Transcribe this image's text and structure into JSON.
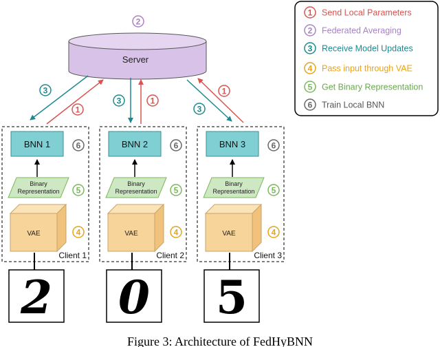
{
  "server": {
    "label": "Server"
  },
  "legend": {
    "items": [
      {
        "num": "1",
        "text": "Send Local Parameters",
        "color": "#d9534f"
      },
      {
        "num": "2",
        "text": "Federated Averaging",
        "color": "#a982c4"
      },
      {
        "num": "3",
        "text": "Receive Model Updates",
        "color": "#1b8a8f"
      },
      {
        "num": "4",
        "text": "Pass input through VAE",
        "color": "#e8a317"
      },
      {
        "num": "5",
        "text": "Get Binary Representation",
        "color": "#7ab85c"
      },
      {
        "num": "6",
        "text": "Train Local BNN",
        "color": "#666666"
      }
    ]
  },
  "clients": [
    {
      "name": "Client 1",
      "bnn": "BNN 1",
      "binary_line1": "Binary",
      "binary_line2": "Representation",
      "vae": "VAE",
      "digit": "2"
    },
    {
      "name": "Client 2",
      "bnn": "BNN 2",
      "binary_line1": "Binary",
      "binary_line2": "Representation",
      "vae": "VAE",
      "digit": "0"
    },
    {
      "name": "Client 3",
      "bnn": "BNN 3",
      "binary_line1": "Binary",
      "binary_line2": "Representation",
      "vae": "VAE",
      "digit": "5"
    }
  ],
  "steps": {
    "send": "1",
    "average": "2",
    "receive": "3",
    "vae": "4",
    "binary": "5",
    "train": "6"
  },
  "caption": "Figure 3: Architecture of FedHyBNN"
}
